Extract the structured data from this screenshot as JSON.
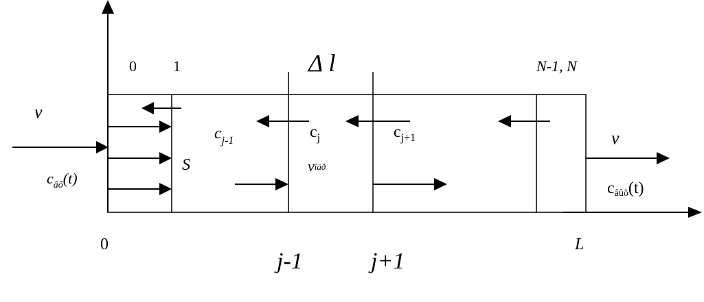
{
  "colors": {
    "ink": "#000000",
    "background": "#ffffff"
  },
  "labels": {
    "node_0": "0",
    "node_1": "1",
    "delta_l": "Δ l",
    "nodes_end": "N-1, N",
    "v_in": "v",
    "c_j_minus_1": "j-1",
    "c_j": "j",
    "c_j_plus_1": "j+1",
    "c_in": "âõ",
    "c_in_arg": "(t)",
    "S": "S",
    "v_rev": "îáð",
    "v_out": "v",
    "c_out": "âûõ",
    "c_out_arg": "(t)",
    "origin": "0",
    "L": "L",
    "j_minus_1": "j-1",
    "j_plus_1": "j+1",
    "c_letter": "c",
    "v_letter": "v"
  }
}
